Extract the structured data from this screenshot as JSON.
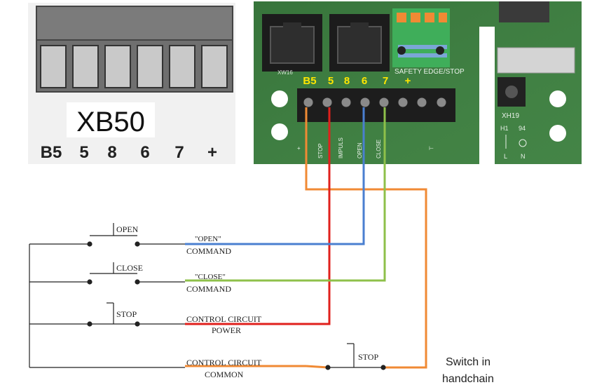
{
  "terminal_block": {
    "name": "XB50",
    "labels": [
      "B5",
      "5",
      "8",
      "6",
      "7",
      "+"
    ]
  },
  "board": {
    "terminal_overlay": [
      "B5",
      "5",
      "8",
      "6",
      "7",
      "+"
    ],
    "header_text": "SAFETY EDGE/STOP",
    "jack_text": "XW16",
    "terminal_silk": [
      "STOP",
      "IMPULS",
      "OPEN",
      "CLOSE"
    ],
    "silk_plus": "+",
    "silk_gap": "⊢",
    "xh19_label": "XH19",
    "h1_label": "H1",
    "n94_label": "94",
    "l_label": "L",
    "n_label": "N"
  },
  "schematic": {
    "switches": {
      "open": "OPEN",
      "close": "CLOSE",
      "stop": "STOP",
      "stop_handchain": "STOP"
    },
    "labels": {
      "open_cmd_1": "\"OPEN\"",
      "open_cmd_2": "COMMAND",
      "close_cmd_1": "\"CLOSE\"",
      "close_cmd_2": "COMMAND",
      "power_1": "CONTROL CIRCUIT",
      "power_2": "POWER",
      "common_1": "CONTROL CIRCUIT",
      "common_2": "COMMON"
    },
    "handchain_note_1": "Switch in",
    "handchain_note_2": "handchain"
  },
  "wire_colors": {
    "blue": "#4a7fd0",
    "green": "#8ec04a",
    "red": "#e0201c",
    "orange": "#f08a34",
    "overlay_text": "#ffe600"
  }
}
